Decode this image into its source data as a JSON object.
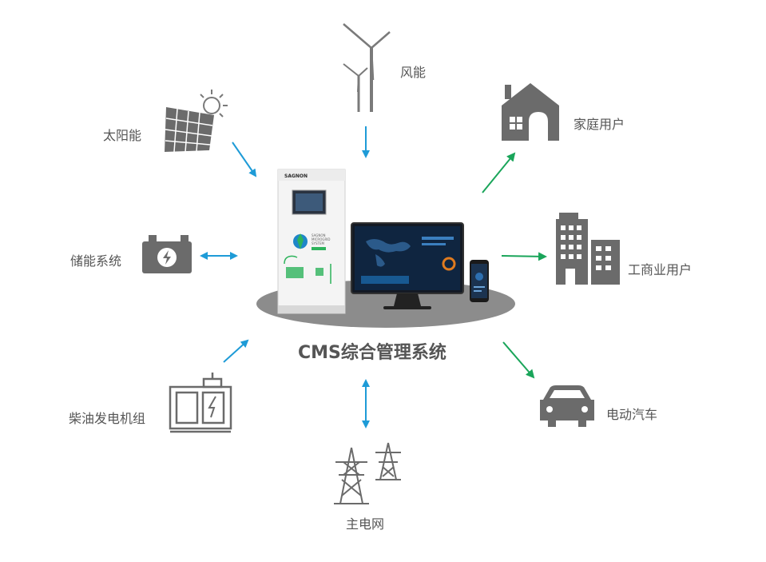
{
  "center": {
    "title": "CMS综合管理系统",
    "cabinet_brand": "SAGNON",
    "cabinet_label": "SAGNON MICROGRID SYSTEM"
  },
  "nodes": {
    "wind": "风能",
    "solar": "太阳能",
    "storage": "储能系统",
    "diesel": "柴油发电机组",
    "grid": "主电网",
    "home": "家庭用户",
    "commercial": "工商业用户",
    "ev": "电动汽车"
  },
  "colors": {
    "input_arrow": "#1e9bd7",
    "output_arrow": "#1aa55a",
    "icon_gray": "#5a5a5a",
    "platform": "#8a8a8a"
  }
}
